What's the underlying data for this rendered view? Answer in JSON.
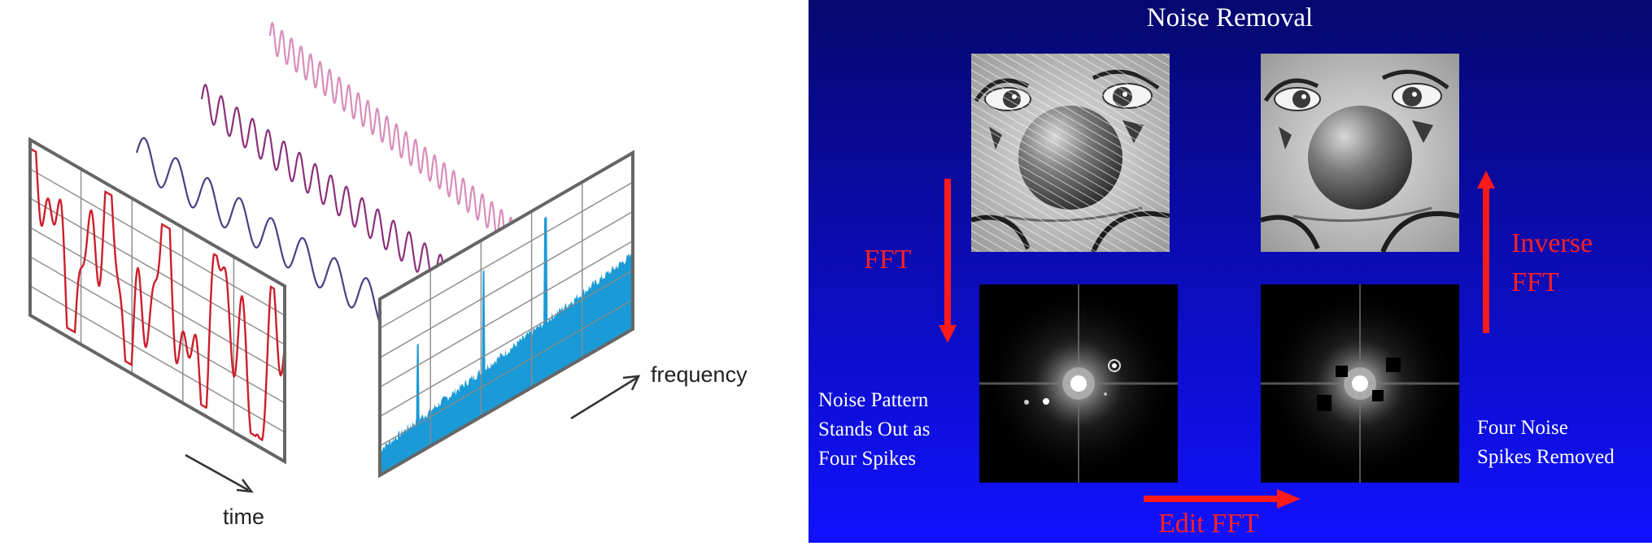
{
  "left": {
    "time_label": "time",
    "frequency_label": "frequency",
    "colors": {
      "frame": "#666666",
      "grid": "#8a8a8a",
      "signal": "#cc1f2b",
      "spectrum": "#1a9ad6",
      "wave_low": "#4a3f86",
      "wave_mid": "#8c2f7a",
      "wave_high": "#d98dbb",
      "arrow": "#333333"
    }
  },
  "right": {
    "title": "Noise Removal",
    "fft_label": "FFT",
    "inverse_label_line1": "Inverse",
    "inverse_label_line2": "FFT",
    "edit_label": "Edit FFT",
    "noise_caption_lines": [
      "Noise Pattern",
      "Stands Out as",
      "Four Spikes"
    ],
    "removed_caption_lines": [
      "Four Noise",
      "Spikes Removed"
    ],
    "colors": {
      "background_top": "#05086e",
      "background_bottom": "#1111ff",
      "arrow": "#ff1a1a",
      "label_red": "#ff2020",
      "text_white": "#ffffff"
    }
  }
}
